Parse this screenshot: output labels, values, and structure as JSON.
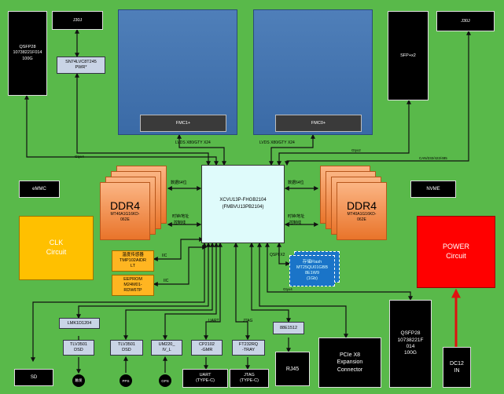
{
  "blocks": {
    "j30j_left": "J30J",
    "qsfp_left": "QSFP28\n10738221F014\n100G",
    "buffer": "SN74LVC8T245\nPWR*",
    "fmc1": "FMC1+",
    "fmc0": "FMC0+",
    "sfp": "SFP+x2",
    "j30j_right": "J30J",
    "emmc": "eMMC",
    "nvme": "NVME",
    "fpga": "XCVU13P-FHGB2104\n(FMBVU13PB2104)",
    "ddr_left_big": "DDR4",
    "ddr_left_small": "MT40A1G16KD-\n062E",
    "ddr_right_big": "DDR4",
    "ddr_right_small": "MT40A1G16KD-\n062E",
    "clk": "CLK\nCircuit",
    "power": "POWER\nCircuit",
    "temp_sensor": "温度传感器\nTMP102AIDR\nLT",
    "eeprom": "EEPROM\nM24M01-\nRDW6TP",
    "flash": "存储Flash\nMT25QU01GBB\n8E1W9\n(1Gb)",
    "lmk": "LMK1D1204",
    "tlv_left": "TLV3501\nDSD",
    "tlv_mid": "TLV3501\nDSD",
    "um220": "UM220_\nIV_L",
    "cp2102": "CP2102\n-GMR",
    "ft232": "FT232RQ\n-TRAY",
    "b88e": "88E1512",
    "rj45": "RJ45",
    "pcie": "PCIe X8\nExpansion\nConnector",
    "qsfp_right": "QSFP28\n10738221F\n014\n100G",
    "dc12": "DC12\nIN",
    "sd": "SD",
    "uart_conn": "UART\n(TYPE-C)",
    "jtag_conn": "JTAG\n(TYPE-C)",
    "circle_left": "触发",
    "circle_pps": "PPS",
    "circle_gps": "GPS"
  },
  "labels": {
    "lvds_left": "LVDS X80/GTY X24",
    "lvds_right": "LVDS X80/GTY X24",
    "gtyx4_left": "Gtyx4",
    "gtyx4_right": "Gtyx4",
    "gtyx2": "Gtyx2",
    "can": "CAN/232/422/485",
    "data64_left": "数据64位",
    "data64_right": "数据64位",
    "ctrl_left_1": "时钟/地址",
    "ctrl_left_2": "控制线",
    "ctrl_right_1": "时钟/地址",
    "ctrl_right_2": "控制线",
    "iic_1": "IIC",
    "iic_2": "IIC",
    "qspi": "QSPI X2",
    "uart": "UART",
    "jtag": "JTAG"
  },
  "colors": {
    "board": "#59b94a",
    "wire": "#111111",
    "power_arrow": "#e01010",
    "power_block": "#ff0000",
    "clk_block": "#ffc000"
  }
}
